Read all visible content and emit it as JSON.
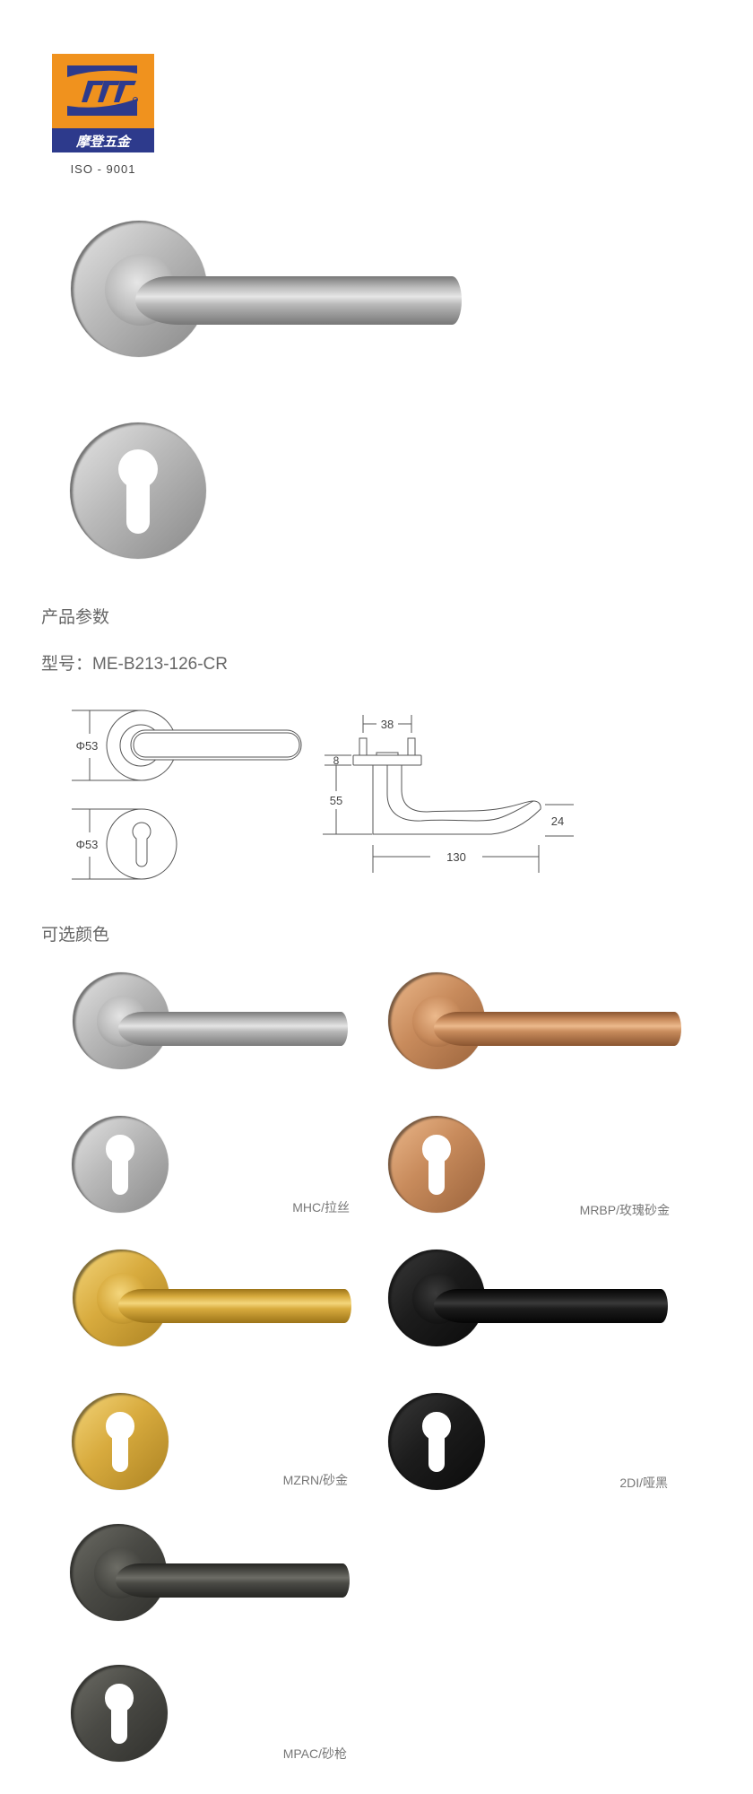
{
  "logo": {
    "brand_cn": "摩登五金",
    "mark": "rrr",
    "orange": "#f0921e",
    "blue": "#2d3a8c"
  },
  "iso": "ISO - 9001",
  "params_title": "产品参数",
  "model_label": "型号：ME-B213-126-CR",
  "drawing": {
    "rose_diameter": "Φ53",
    "escutcheon_diameter": "Φ53",
    "pin_spacing": "38",
    "plate_thickness": "8",
    "projection": "55",
    "lever_length": "130",
    "grip_height": "24"
  },
  "colors_title": "可选颜色",
  "main_finish": {
    "base": "#b9b9b9",
    "light": "#e6e6e6",
    "dark": "#777777"
  },
  "finishes": [
    {
      "label": "MHC/拉丝",
      "base": "#b8b8b8",
      "light": "#e4e4e4",
      "dark": "#7a7a7a"
    },
    {
      "label": "MRBP/玫瑰砂金",
      "base": "#c88b5c",
      "light": "#ecb98c",
      "dark": "#8a5530"
    },
    {
      "label": "MZRN/砂金",
      "base": "#d8ab3e",
      "light": "#f4d67c",
      "dark": "#9c7418"
    },
    {
      "label": "2DI/哑黑",
      "base": "#1c1c1c",
      "light": "#3a3a3a",
      "dark": "#050505"
    },
    {
      "label": "MPAC/砂枪",
      "base": "#4a4a45",
      "light": "#6d6d66",
      "dark": "#262623"
    }
  ]
}
